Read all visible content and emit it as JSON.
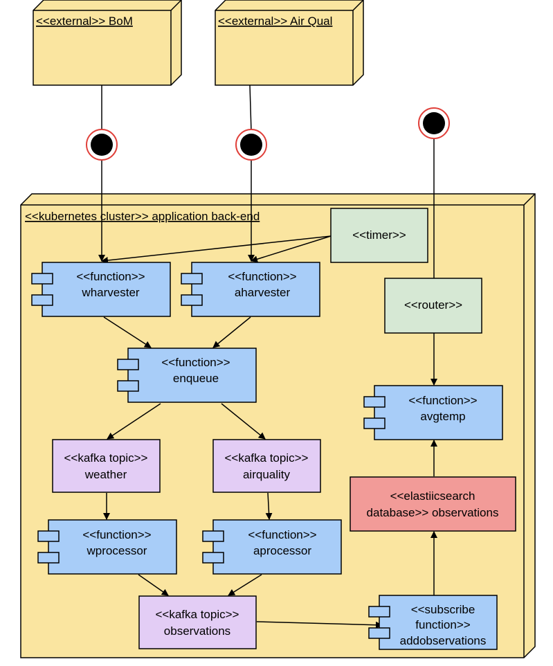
{
  "nodes": {
    "bom": {
      "label": "<<external>> BoM"
    },
    "airqual": {
      "label": "<<external>> Air Qual"
    },
    "cluster": {
      "label": "<<kubernetes cluster>> application back-end"
    }
  },
  "components": {
    "timer": {
      "line1": "<<timer>>"
    },
    "router": {
      "line1": "<<router>>"
    },
    "wharvester": {
      "line1": "<<function>>",
      "line2": "wharvester"
    },
    "aharvester": {
      "line1": "<<function>>",
      "line2": "aharvester"
    },
    "enqueue": {
      "line1": "<<function>>",
      "line2": "enqueue"
    },
    "avgtemp": {
      "line1": "<<function>>",
      "line2": "avgtemp"
    },
    "topic_weather": {
      "line1": "<<kafka topic>>",
      "line2": "weather"
    },
    "topic_airquality": {
      "line1": "<<kafka topic>>",
      "line2": "airquality"
    },
    "elasticsearch": {
      "line1": "<<elastiicsearch",
      "line2": "database>> observations"
    },
    "wprocessor": {
      "line1": "<<function>>",
      "line2": "wprocessor"
    },
    "aprocessor": {
      "line1": "<<function>>",
      "line2": "aprocessor"
    },
    "topic_observations": {
      "line1": "<<kafka topic>>",
      "line2": "observations"
    },
    "addobservations": {
      "line1": "<<subscribe",
      "line2": "function>>",
      "line3": "addobservations"
    }
  },
  "colors": {
    "node_fill": "#fae5a0",
    "node_side": "#f0d88a",
    "function_fill": "#a8cdf8",
    "green_fill": "#d6e8d4",
    "purple_fill": "#e3cdf5",
    "red_fill": "#f29b98",
    "port_ring": "#e0403a"
  }
}
